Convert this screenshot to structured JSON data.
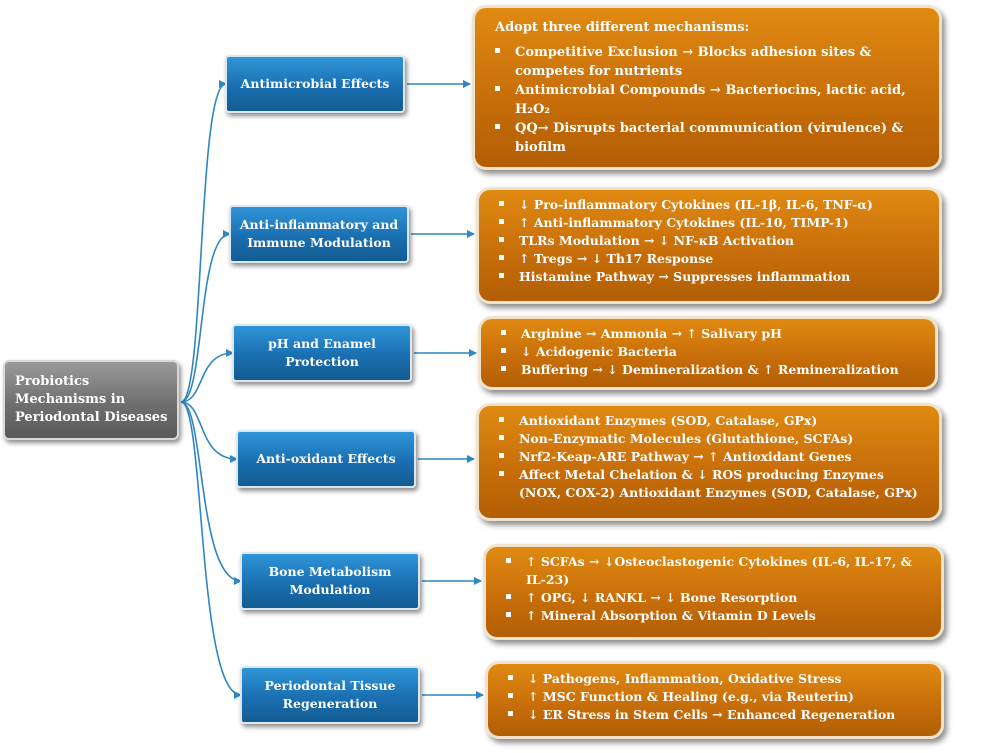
{
  "root": {
    "label": "Probiotics Mechanisms in Periodontal Diseases"
  },
  "colors": {
    "root": "#6f6f6f",
    "category": "#1a6fb0",
    "detail": "#c86f0a",
    "arrow": "#2f86c0"
  },
  "categories": [
    {
      "label": "Antimicrobial Effects",
      "intro": "Adopt three different mechanisms:",
      "items": [
        "Competitive Exclusion → Blocks adhesion sites & competes for nutrients",
        "Antimicrobial Compounds → Bacteriocins, lactic acid, H₂O₂",
        "QQ→ Disrupts bacterial communication (virulence) & biofilm"
      ]
    },
    {
      "label": "Anti-inflammatory and Immune Modulation",
      "items": [
        "↓ Pro-inflammatory Cytokines (IL-1β, IL-6, TNF-α)",
        "↑ Anti-inflammatory Cytokines (IL-10, TIMP-1)",
        "TLRs Modulation → ↓ NF-κB Activation",
        "↑ Tregs → ↓ Th17 Response",
        "Histamine Pathway → Suppresses inflammation"
      ]
    },
    {
      "label": "pH and Enamel Protection",
      "items": [
        "Arginine → Ammonia → ↑ Salivary pH",
        "↓ Acidogenic Bacteria",
        "Buffering → ↓ Demineralization & ↑ Remineralization"
      ]
    },
    {
      "label": "Anti-oxidant Effects",
      "items": [
        "Antioxidant Enzymes (SOD, Catalase, GPx)",
        "Non-Enzymatic Molecules (Glutathione, SCFAs)",
        "Nrf2-Keap-ARE Pathway → ↑ Antioxidant Genes",
        "Affect Metal Chelation & ↓ ROS producing Enzymes (NOX, COX-2) Antioxidant Enzymes (SOD, Catalase, GPx)"
      ]
    },
    {
      "label": "Bone Metabolism Modulation",
      "items": [
        "↑ SCFAs → ↓Osteoclastogenic Cytokines (IL-6, IL-17, & IL-23)",
        "↑ OPG, ↓ RANKL → ↓ Bone Resorption",
        "↑ Mineral Absorption & Vitamin D Levels"
      ]
    },
    {
      "label": "Periodontal Tissue Regeneration",
      "items": [
        "↓ Pathogens, Inflammation, Oxidative Stress",
        "↑ MSC Function & Healing (e.g., via Reuterin)",
        "↓ ER Stress in Stem Cells → Enhanced Regeneration"
      ]
    }
  ]
}
